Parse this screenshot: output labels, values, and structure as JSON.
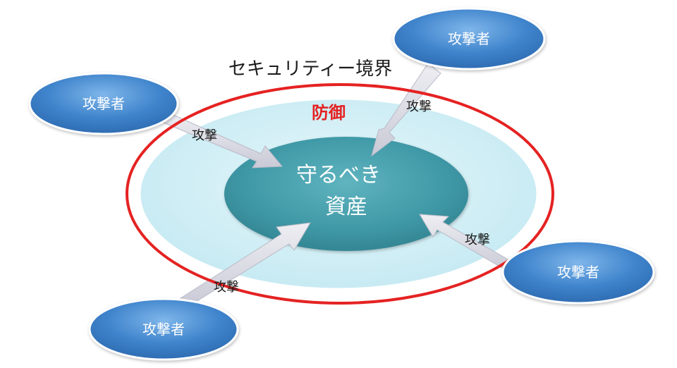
{
  "diagram": {
    "boundary_label": "セキュリティー境界",
    "defense_label": "防御",
    "asset_line1": "守るべき",
    "asset_line2": "資産",
    "attacker_label": "攻撃者",
    "attack_label": "攻撃",
    "colors": {
      "boundary": "#e52222",
      "defense_fill": "#cfeef6",
      "asset_fill": "#3e9aa8",
      "attacker_fill": "#3a7fc8",
      "arrow_fill": "#dcdde6"
    }
  }
}
